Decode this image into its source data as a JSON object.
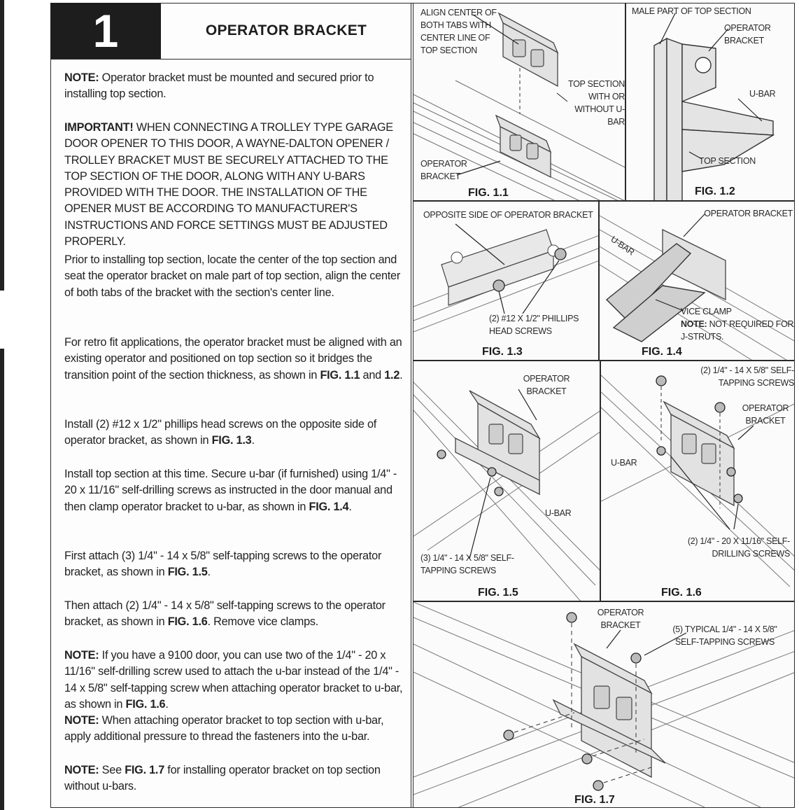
{
  "step": {
    "number": "1",
    "title": "OPERATOR BRACKET"
  },
  "text": {
    "note1_label": "NOTE:",
    "note1_body": " Operator bracket must be mounted and secured prior to installing top section.",
    "important_label": "IMPORTANT!",
    "important_body": " WHEN CONNECTING A TROLLEY TYPE GARAGE DOOR OPENER TO THIS DOOR, A WAYNE-DALTON OPENER / TROLLEY BRACKET MUST BE SECURELY ATTACHED TO THE TOP SECTION OF THE DOOR, ALONG WITH ANY U-BARS PROVIDED WITH THE DOOR. THE INSTALLATION OF THE OPENER MUST BE ACCORDING TO MANUFACTURER'S INSTRUCTIONS AND FORCE SETTINGS MUST BE ADJUSTED PROPERLY.",
    "prior": "Prior to installing top section, locate the center of the top section and seat the operator bracket on male part of top section, align the center of both tabs of the bracket with the section's center line.",
    "retro_a": "For retro fit applications, the operator bracket must be aligned with an existing operator and positioned on top section so it bridges the transition point of the section thickness, as shown in ",
    "retro_fig1": "FIG. 1.1",
    "retro_and": " and ",
    "retro_fig2": "1.2",
    "retro_end": ".",
    "install2_a": "Install (2) #12 x 1/2\" phillips head screws on the opposite side of operator bracket, as shown in ",
    "install2_fig": "FIG. 1.3",
    "install2_end": ".",
    "installtop_a": "Install top section at this time. Secure u-bar (if furnished) using 1/4\" - 20 x 11/16\" self-drilling screws as instructed in the door manual and then clamp operator bracket to u-bar, as shown in ",
    "installtop_fig": "FIG. 1.4",
    "installtop_end": ".",
    "first_a": "First attach (3) 1/4\" - 14 x 5/8\" self-tapping screws to the operator bracket, as shown in ",
    "first_fig": "FIG. 1.5",
    "first_end": ".",
    "then_a": "Then attach (2) 1/4\" - 14 x 5/8\" self-tapping screws to the operator bracket, as shown in ",
    "then_fig": "FIG. 1.6",
    "then_end": ". Remove vice clamps.",
    "note2_label": "NOTE:",
    "note2_body": " If you have a 9100 door, you can use two of the 1/4\" - 20 x 11/16\" self-drilling screw used to attach the u-bar instead of the 1/4\" - 14 x 5/8\" self-tapping screw when attaching operator bracket to u-bar, as shown in ",
    "note2_fig": "FIG. 1.6",
    "note2_end": ".",
    "note3_label": "NOTE:",
    "note3_body": " When attaching operator bracket to top section with u-bar, apply additional pressure to thread the fasteners into the u-bar.",
    "note4_label": "NOTE:",
    "note4_a": " See ",
    "note4_fig": "FIG. 1.7",
    "note4_end": " for installing operator bracket on top section without u-bars."
  },
  "figures": {
    "f11": {
      "caption": "FIG. 1.1",
      "align": "ALIGN CENTER OF BOTH TABS WITH CENTER LINE OF TOP SECTION",
      "top_section": "TOP SECTION WITH OR WITHOUT U-BAR",
      "operator_bracket": "OPERATOR BRACKET"
    },
    "f12": {
      "caption": "FIG. 1.2",
      "male_part": "MALE PART OF TOP SECTION",
      "operator_bracket": "OPERATOR BRACKET",
      "ubar": "U-BAR",
      "top_section": "TOP SECTION"
    },
    "f13": {
      "caption": "FIG. 1.3",
      "opposite": "OPPOSITE SIDE OF OPERATOR BRACKET",
      "screws": "(2) #12 X 1/2\" PHILLIPS HEAD SCREWS"
    },
    "f14": {
      "caption": "FIG. 1.4",
      "operator_bracket": "OPERATOR BRACKET",
      "ubar": "U-BAR",
      "vice_clamp": "VICE CLAMP",
      "note_label": "NOTE:",
      "note_body": " NOT REQUIRED FOR J-STRUTS."
    },
    "f15": {
      "caption": "FIG. 1.5",
      "operator_bracket": "OPERATOR BRACKET",
      "ubar": "U-BAR",
      "screws": "(3) 1/4\" - 14 X 5/8\" SELF-TAPPING SCREWS"
    },
    "f16": {
      "caption": "FIG. 1.6",
      "tapping": "(2) 1/4\" - 14 X 5/8\" SELF-TAPPING SCREWS",
      "operator_bracket": "OPERATOR BRACKET",
      "ubar": "U-BAR",
      "drilling": "(2) 1/4\" - 20 X 11/16\" SELF-DRILLING SCREWS"
    },
    "f17": {
      "caption": "FIG. 1.7",
      "operator_bracket": "OPERATOR BRACKET",
      "typical": "(5) TYPICAL 1/4\" - 14 X 5/8\" SELF-TAPPING SCREWS"
    }
  }
}
